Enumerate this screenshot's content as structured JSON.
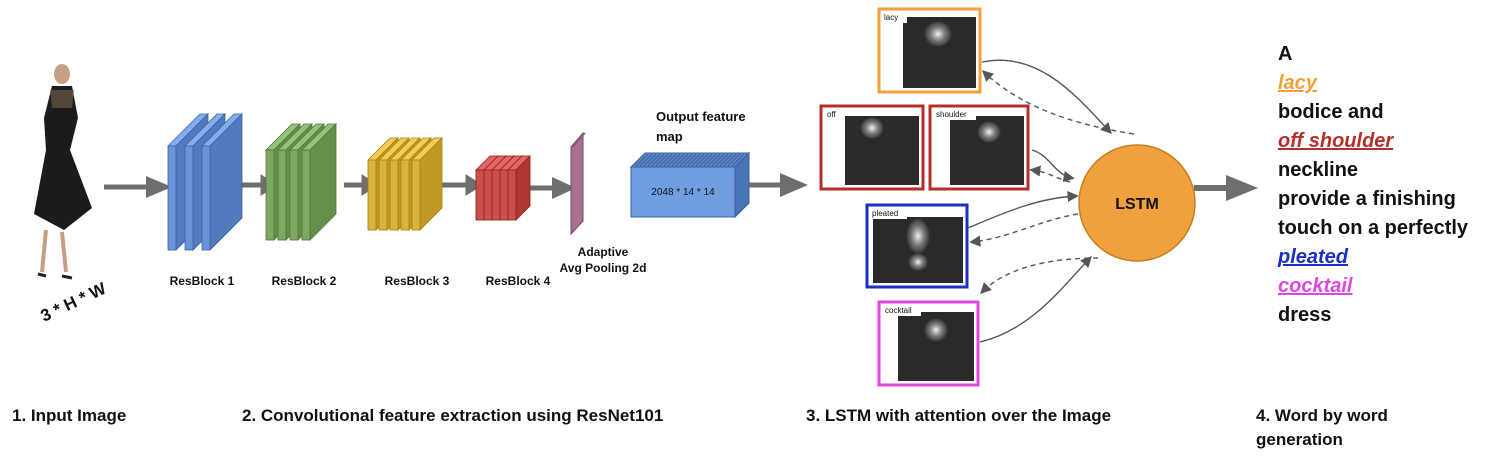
{
  "input": {
    "dimension_label": "3 * H * W"
  },
  "resblocks": [
    {
      "label": "ResBlock 1",
      "color": "#6b93d6"
    },
    {
      "label": "ResBlock 2",
      "color": "#7fa866"
    },
    {
      "label": "ResBlock 3",
      "color": "#dcb23e"
    },
    {
      "label": "ResBlock 4",
      "color": "#c9504a"
    }
  ],
  "pooling": {
    "label_line1": "Adaptive",
    "label_line2": "Avg Pooling 2d",
    "color": "#a9708f"
  },
  "feature_map": {
    "title_line1": "Output feature",
    "title_line2": "map",
    "size_label": "2048 * 14 * 14",
    "color": "#6f9fe0"
  },
  "attention_maps": [
    {
      "word": "lacy",
      "color": "#f2a13a"
    },
    {
      "word": "off",
      "color": "#b3302a"
    },
    {
      "word": "shoulder",
      "color": "#b3302a"
    },
    {
      "word": "pleated",
      "color": "#1b2fc4"
    },
    {
      "word": "cocktail",
      "color": "#e046e0"
    }
  ],
  "lstm": {
    "label": "LSTM",
    "color": "#f0a03c"
  },
  "caption_words": [
    {
      "text": "A",
      "color": "#111111",
      "attended": false
    },
    {
      "text": "lacy",
      "color": "#f2a13a",
      "attended": true
    },
    {
      "text": "bodice and",
      "color": "#111111",
      "attended": false
    },
    {
      "text": "off shoulder",
      "color": "#b3302a",
      "attended": true
    },
    {
      "text": "neckline",
      "color": "#111111",
      "attended": false
    },
    {
      "text": "provide a finishing",
      "color": "#111111",
      "attended": false
    },
    {
      "text": "touch on a perfectly",
      "color": "#111111",
      "attended": false
    },
    {
      "text": "pleated",
      "color": "#1b2fc4",
      "attended": true
    },
    {
      "text": "cocktail",
      "color": "#e046e0",
      "attended": true
    },
    {
      "text": "dress",
      "color": "#111111",
      "attended": false
    }
  ],
  "stages": {
    "s1": "1. Input  Image",
    "s2": "2. Convolutional feature extraction using ResNet101",
    "s3": "3. LSTM with attention over the  Image",
    "s4_line1": "4. Word by word",
    "s4_line2": "generation"
  }
}
